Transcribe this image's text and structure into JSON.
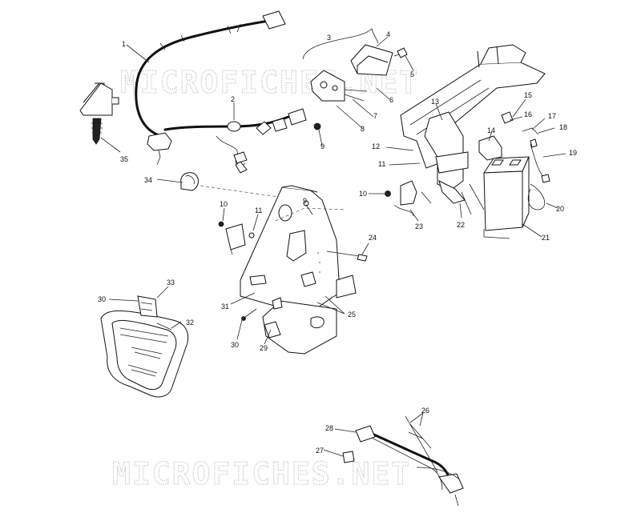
{
  "watermarks": [
    "MICROFICHES.NET",
    "MICROFICHES.NET"
  ],
  "callouts": [
    "1",
    "2",
    "3",
    "4",
    "5",
    "6",
    "7",
    "8",
    "9",
    "13",
    "15",
    "16",
    "17",
    "18",
    "14",
    "12",
    "11",
    "19",
    "10",
    "20",
    "23",
    "22",
    "21",
    "35",
    "34",
    "10",
    "11",
    "9",
    "24",
    "33",
    "30",
    "32",
    "31",
    "25",
    "30",
    "29",
    "26",
    "28",
    "27"
  ]
}
